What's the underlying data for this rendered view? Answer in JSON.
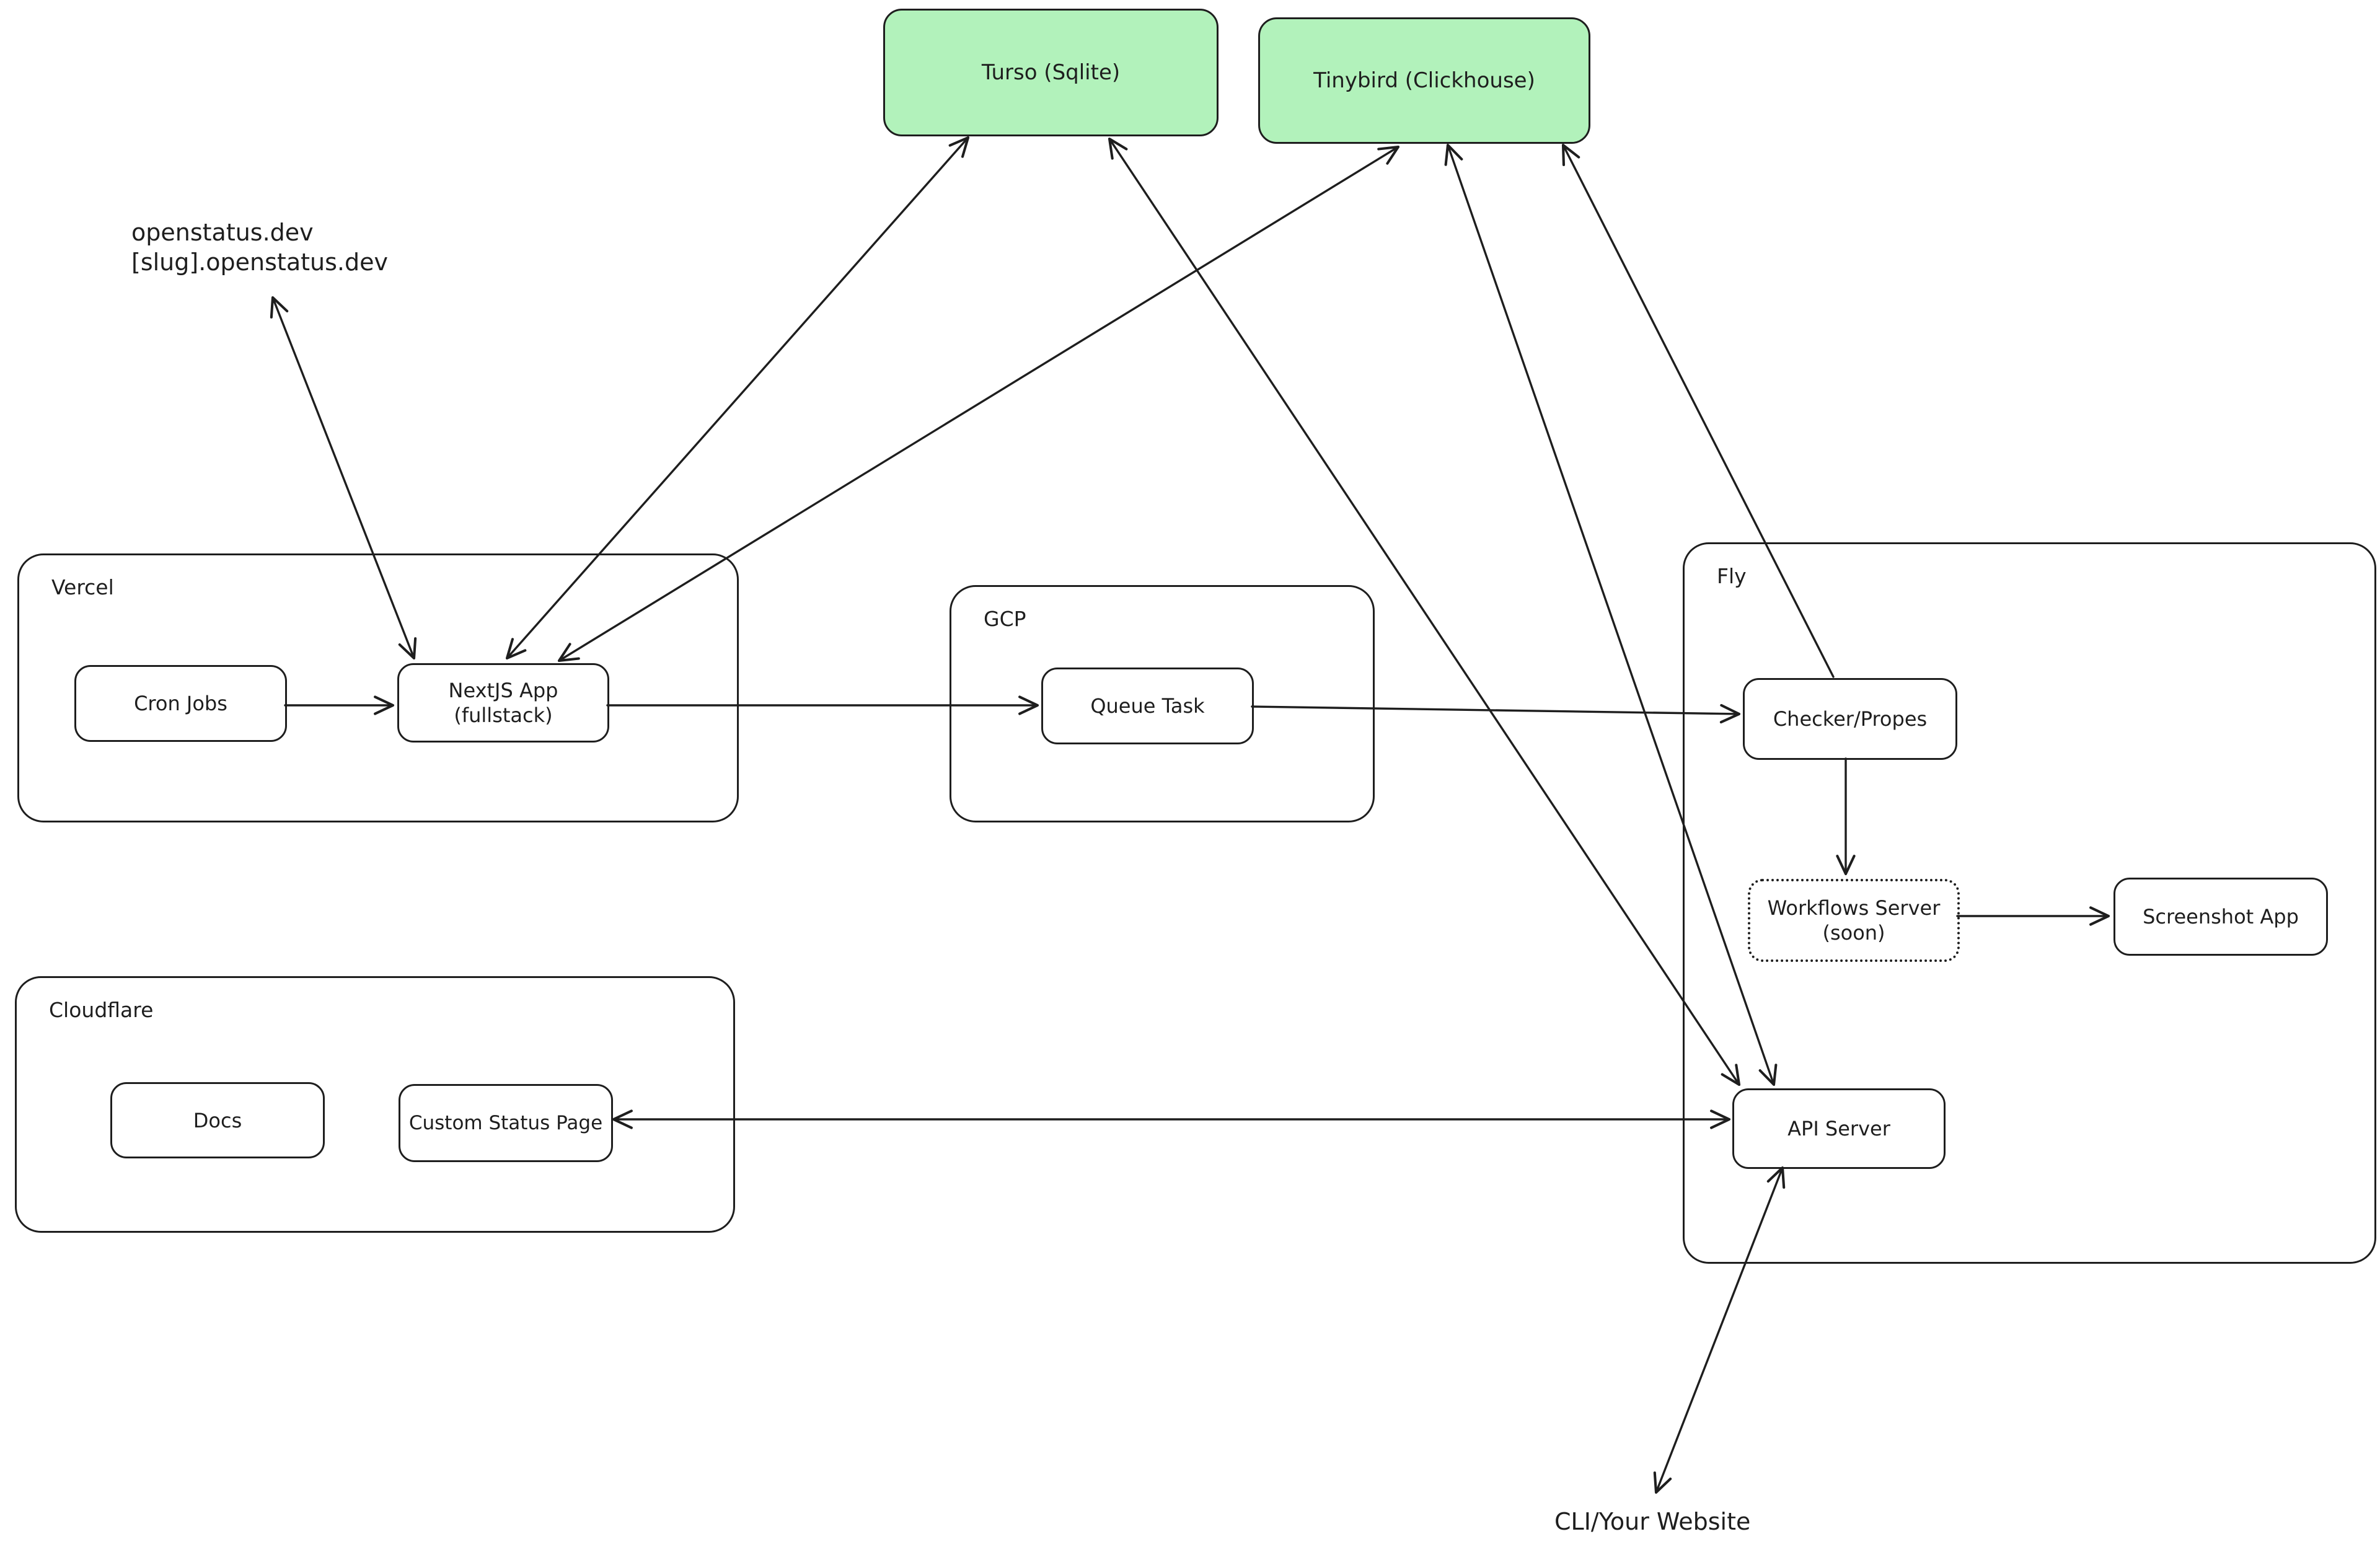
{
  "canvas": {
    "background": "#ffffff",
    "ink_color": "#1e1e1e",
    "database_fill_green": "#b2f2bb"
  },
  "containers": {
    "vercel": "Vercel",
    "gcp": "GCP",
    "fly": "Fly",
    "cloudflare": "Cloudflare"
  },
  "nodes": {
    "turso": "Turso (Sqlite)",
    "tinybird": "Tinybird (Clickhouse)",
    "cron_jobs": "Cron Jobs",
    "nextjs_line1": "NextJS App",
    "nextjs_line2": "(fullstack)",
    "queue_task": "Queue Task",
    "checker": "Checker/Propes",
    "workflows_line1": "Workflows Server",
    "workflows_line2": "(soon)",
    "screenshot_app": "Screenshot App",
    "api_server": "API Server",
    "docs": "Docs",
    "custom_status_page": "Custom Status Page"
  },
  "floating_text": {
    "domains_line1": "openstatus.dev",
    "domains_line2": "[slug].openstatus.dev",
    "cli": "CLI/Your Website"
  },
  "connections": [
    {
      "from": "openstatus-domains",
      "to": "nextjs-app",
      "direction": "both"
    },
    {
      "from": "cron-jobs",
      "to": "nextjs-app",
      "direction": "one-way"
    },
    {
      "from": "nextjs-app",
      "to": "turso",
      "direction": "both"
    },
    {
      "from": "nextjs-app",
      "to": "tinybird",
      "direction": "both"
    },
    {
      "from": "api-server",
      "to": "turso",
      "direction": "both"
    },
    {
      "from": "api-server",
      "to": "tinybird",
      "direction": "both"
    },
    {
      "from": "checker-propes",
      "to": "tinybird",
      "direction": "one-way"
    },
    {
      "from": "checker-propes",
      "to": "workflows-server",
      "direction": "one-way"
    },
    {
      "from": "workflows-server",
      "to": "screenshot-app",
      "direction": "one-way"
    },
    {
      "from": "nextjs-app",
      "to": "queue-task",
      "direction": "one-way"
    },
    {
      "from": "queue-task",
      "to": "checker-propes",
      "direction": "one-way"
    },
    {
      "from": "api-server",
      "to": "custom-status-page",
      "direction": "both"
    },
    {
      "from": "api-server",
      "to": "cli-your-website",
      "direction": "both"
    }
  ]
}
